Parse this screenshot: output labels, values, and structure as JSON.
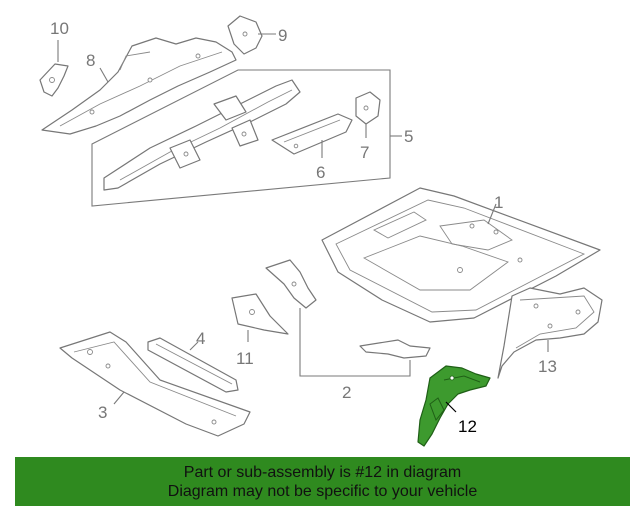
{
  "callouts": {
    "c1": "1",
    "c2": "2",
    "c3": "3",
    "c4": "4",
    "c5": "5",
    "c6": "6",
    "c7": "7",
    "c8": "8",
    "c9": "9",
    "c10": "10",
    "c11": "11",
    "c12": "12",
    "c13": "13"
  },
  "highlight": {
    "part": "12",
    "color": "#3d9a2e"
  },
  "banner": {
    "line1": "Part or sub-assembly is #12 in diagram",
    "line2": "Diagram may not be specific to your vehicle",
    "color": "#2f8a1f"
  }
}
